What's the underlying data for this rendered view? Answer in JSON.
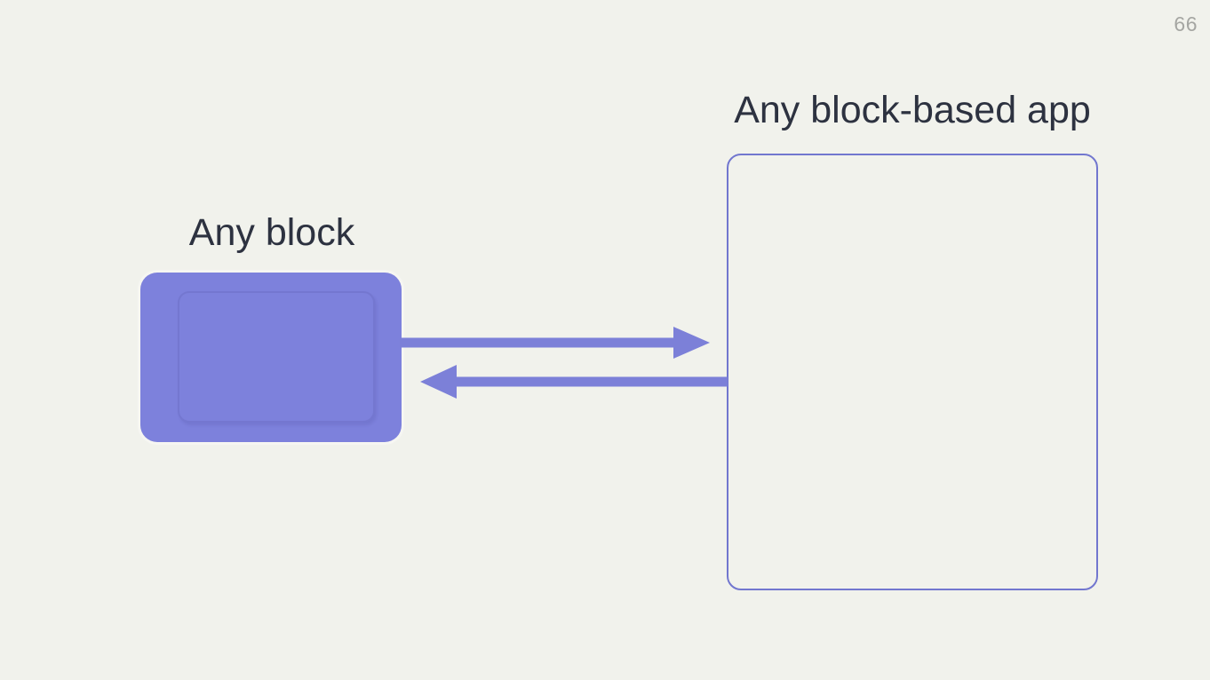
{
  "page_number": "66",
  "diagram": {
    "block_label": "Any block",
    "app_label": "Any block-based app",
    "arrows": [
      {
        "icon": "arrow-right-icon",
        "direction": "block-to-app"
      },
      {
        "icon": "arrow-left-icon",
        "direction": "app-to-block"
      }
    ]
  },
  "colors": {
    "bg": "#f1f2ec",
    "accent": "#7d81dc",
    "arrow": "#7c80d8",
    "box-border": "#7277cf",
    "text": "#2d3240",
    "muted": "#a5a6a2"
  }
}
